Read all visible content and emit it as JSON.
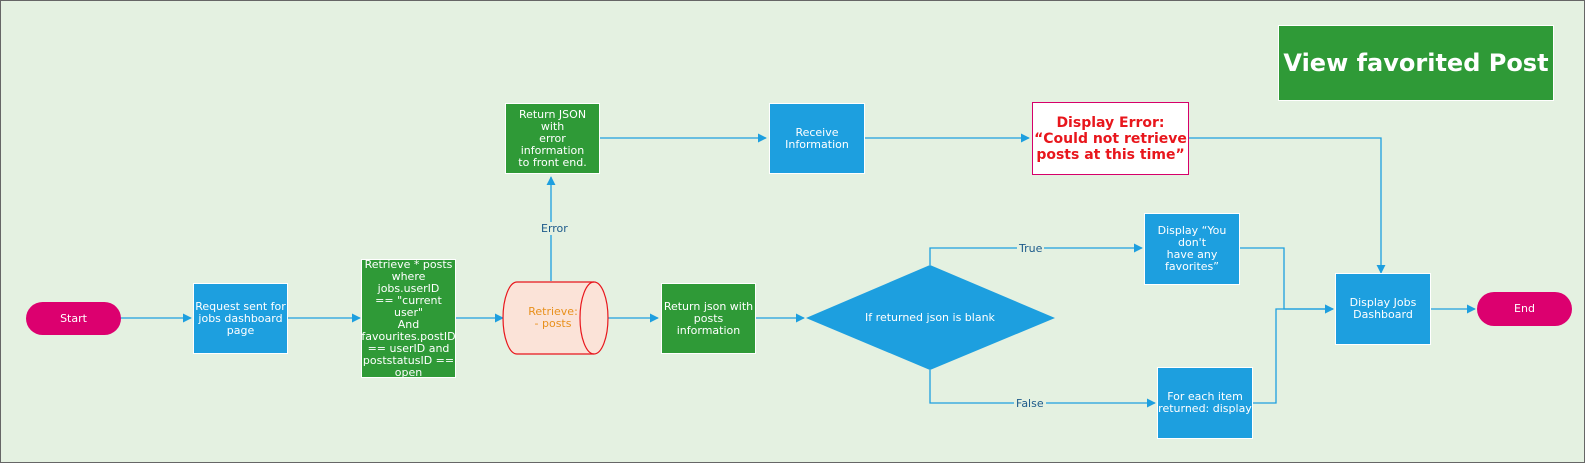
{
  "title": "View favorited Post",
  "nodes": {
    "start": "Start",
    "request": "Request sent for\njobs dashboard\npage",
    "retrieve_query": "Retrieve * posts\nwhere jobs.userID\n== \"current user\"\nAnd\nfavourites.postID\n== userID and\npoststatusID ==\nopen",
    "retrieve_db": "Retrieve:\n- posts",
    "return_json_posts": "Return json with\nposts information",
    "return_json_error": "Return JSON with\nerror information\nto front end.",
    "receive_info": "Receive\nInformation",
    "display_error": "Display Error:\n“Could not retrieve\nposts at this time”",
    "decision": "If returned json is blank",
    "no_favorites": "Display “You don't\nhave any favorites”",
    "for_each": "For each item\nreturned: display",
    "display_dashboard": "Display Jobs\nDashboard",
    "end": "End"
  },
  "edge_labels": {
    "error": "Error",
    "true": "True",
    "false": "False"
  },
  "colors": {
    "background": "#e4f1e1",
    "process_blue": "#1d9fdf",
    "process_green": "#2f9a37",
    "terminal": "#dc006f",
    "error_text": "#e8161c",
    "database_fill": "#fbe3d8",
    "database_stroke": "#e8161c",
    "connector": "#1d9fdf"
  }
}
